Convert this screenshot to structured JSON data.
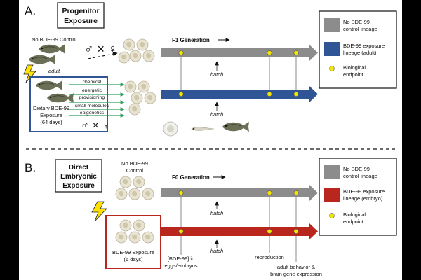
{
  "panel_a": {
    "letter": "A.",
    "title_line1": "Progenitor",
    "title_line2": "Exposure",
    "control_label": "No BDE-99 Control",
    "adult_label": "adult",
    "cross_symbol": "♂ × ♀",
    "cross_symbol_2": "♂ × ♀",
    "arrow_labels": [
      "chemical",
      "energetic",
      "provisioning",
      "small molecules",
      "epigenetics"
    ],
    "exposure_line1": "Dietary BDE-99",
    "exposure_line2": "Exposure",
    "exposure_line3": "(64 days)",
    "generation_label": "F1 Generation",
    "hatch_label": "hatch",
    "hatch_label_2": "hatch",
    "legend": {
      "control_line1": "No BDE-99",
      "control_line2": "control lineage",
      "exposure_line1": "BDE-99 exposure",
      "exposure_line2": "lineage (adult)",
      "endpoint_line1": "Biological",
      "endpoint_line2": "endpoint"
    }
  },
  "panel_b": {
    "letter": "B.",
    "title_line1": "Direct",
    "title_line2": "Embryonic",
    "title_line3": "Exposure",
    "control_line1": "No BDE-99",
    "control_line2": "Control",
    "generation_label": "F0 Generation",
    "hatch_label": "hatch",
    "hatch_label_2": "hatch",
    "exposure_line1": "BDE-99 Exposure",
    "exposure_line2": "(6 days)",
    "endpoint_eggs_line1": "[BDE-99] in",
    "endpoint_eggs_line2": "eggs/embryos",
    "endpoint_repro": "reproduction",
    "endpoint_adult_line1": "adult behavior &",
    "endpoint_adult_line2": "brain gene expression",
    "legend": {
      "control_line1": "No BDE-99",
      "control_line2": "control lineage",
      "exposure_line1": "BDE-99 exposure",
      "exposure_line2": "lineage (embryo)",
      "endpoint_line1": "Biological",
      "endpoint_line2": "endpoint"
    }
  },
  "colors": {
    "control": "#8c8c8c",
    "exposure_adult": "#2f5597",
    "exposure_embryo": "#b8261e",
    "endpoint": "#f2e600",
    "arrow_green": "#2e9e5b",
    "lightning": "#ffe100"
  },
  "icons": [
    "lightning-bolt-icon",
    "fish-icon",
    "egg-icon",
    "larva-icon"
  ]
}
